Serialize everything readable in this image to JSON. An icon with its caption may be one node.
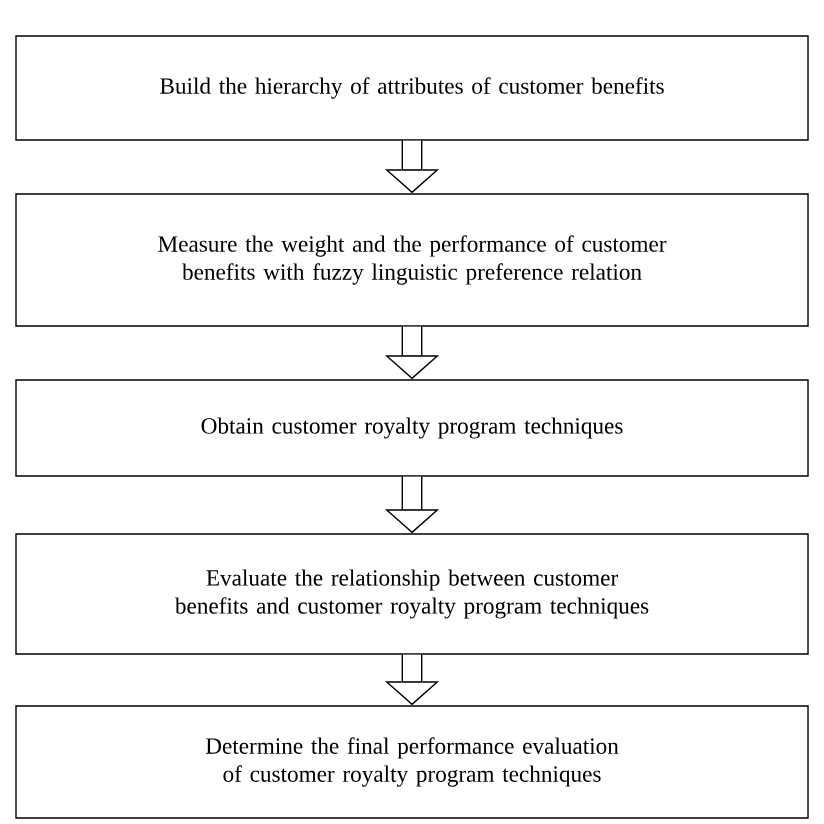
{
  "diagram": {
    "nodes": [
      {
        "text": [
          "Build the hierarchy of attributes of customer benefits"
        ]
      },
      {
        "text": [
          "Measure the weight and the performance of customer benefits with fuzzy linguistic preference relation"
        ]
      },
      {
        "text": [
          "Obtain customer royalty program techniques"
        ]
      },
      {
        "text": [
          "Evaluate the relationship between customer benefits and customer royalty program techniques"
        ]
      },
      {
        "text": [
          "Determine the final performance evaluation of customer royalty program techniques"
        ]
      }
    ],
    "edges": [
      {
        "from": 0,
        "to": 1,
        "arrow": "to"
      },
      {
        "from": 1,
        "to": 2,
        "arrow": "to"
      },
      {
        "from": 2,
        "to": 3,
        "arrow": "to"
      },
      {
        "from": 3,
        "to": 4,
        "arrow": "to"
      }
    ]
  }
}
